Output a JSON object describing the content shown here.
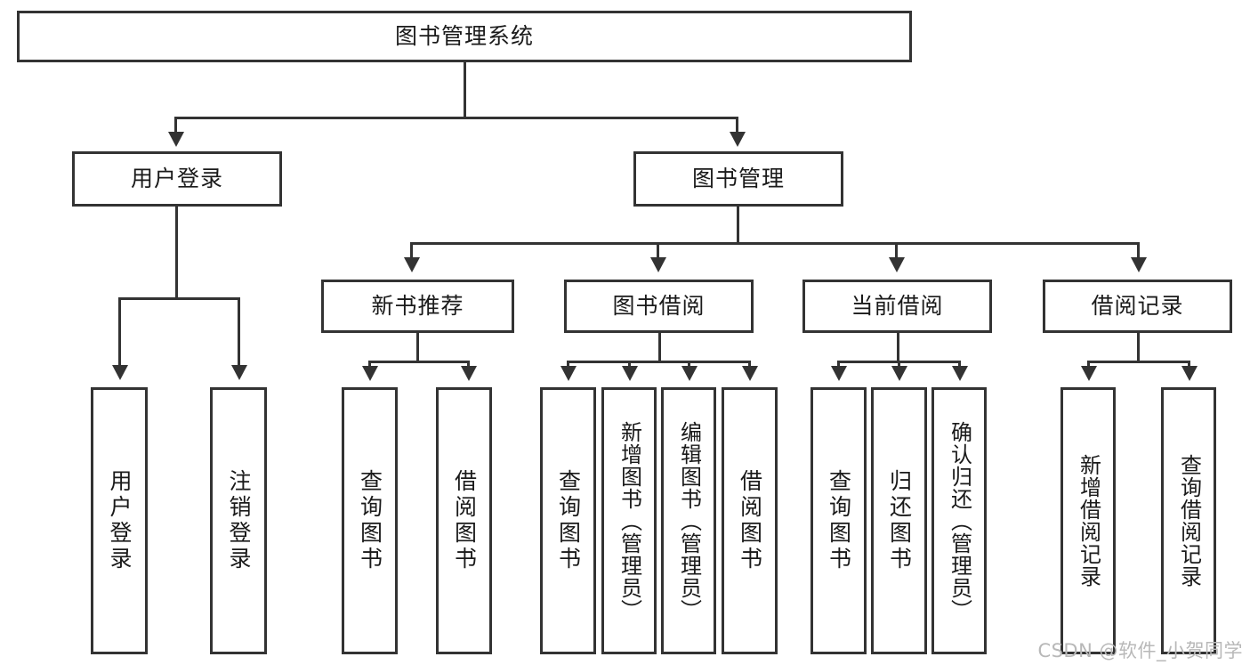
{
  "diagram": {
    "title": "图书管理系统",
    "type": "tree",
    "watermark": "CSDN @软件_小贺同学",
    "accent_color": "#333333",
    "background_color": "#ffffff",
    "root": {
      "label": "图书管理系统"
    },
    "level2": [
      {
        "label": "用户登录"
      },
      {
        "label": "图书管理"
      }
    ],
    "level3": [
      {
        "label": "新书推荐"
      },
      {
        "label": "图书借阅"
      },
      {
        "label": "当前借阅"
      },
      {
        "label": "借阅记录"
      }
    ],
    "leaves": {
      "user_login": [
        {
          "label": "用户登录"
        },
        {
          "label": "注销登录"
        }
      ],
      "new_book": [
        {
          "label": "查询图书"
        },
        {
          "label": "借阅图书"
        }
      ],
      "borrow": [
        {
          "label": "查询图书"
        },
        {
          "label": "新增图书（管理员）"
        },
        {
          "label": "编辑图书（管理员）"
        },
        {
          "label": "借阅图书"
        }
      ],
      "current": [
        {
          "label": "查询图书"
        },
        {
          "label": "归还图书"
        },
        {
          "label": "确认归还（管理员）"
        }
      ],
      "records": [
        {
          "label": "新增借阅记录"
        },
        {
          "label": "查询借阅记录"
        }
      ]
    }
  }
}
